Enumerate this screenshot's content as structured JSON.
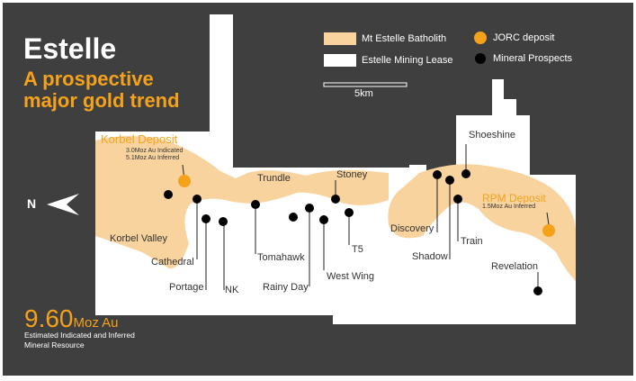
{
  "title": "Estelle",
  "subtitle": "A prospective major gold trend",
  "legend": {
    "batholith": "Mt Estelle Batholith",
    "lease": "Estelle Mining Lease",
    "jorc": "JORC deposit",
    "prospects": "Mineral Prospects"
  },
  "scale_label": "5km",
  "north_label": "N",
  "deposits": {
    "korbel": {
      "name": "Korbel Deposit",
      "line1": "3.0Moz Au Indicated",
      "line2": "5.1Moz Au Inferred"
    },
    "rpm": {
      "name": "RPM Deposit",
      "line1": "1.5Moz Au Inferred"
    }
  },
  "prospects": [
    "Korbel Valley",
    "Cathedral",
    "Portage",
    "NK",
    "Tomahawk",
    "Trundle",
    "Rainy Day",
    "West Wing",
    "Stoney",
    "T5",
    "Discovery",
    "Shadow",
    "Shoeshine",
    "Train",
    "Revelation"
  ],
  "resource": {
    "value": "9.60",
    "unit": "Moz Au",
    "caption": "Estimated Indicated and Inferred Mineral Resource"
  },
  "colors": {
    "background": "#3f3f3f",
    "batholith": "#f9d39e",
    "jorc": "#f5a21b",
    "prospect": "#000000"
  }
}
